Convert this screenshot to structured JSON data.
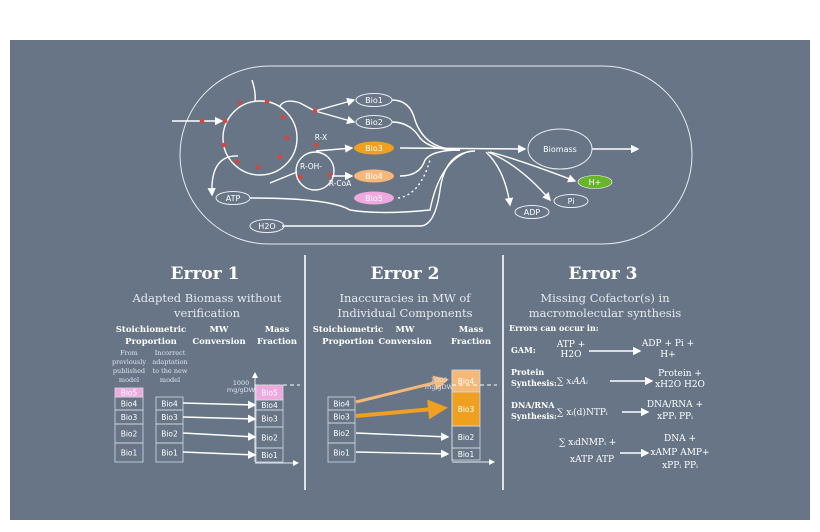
{
  "colors": {
    "panel": "#677587",
    "bio3": "#f0a020",
    "bio4": "#f5b878",
    "bio5": "#f0a8e0",
    "h_plus": "#66b52a",
    "reaction_dot": "#d8453a"
  },
  "network": {
    "nodes": {
      "bio1": "Bio1",
      "bio2": "Bio2",
      "bio3": "Bio3",
      "bio4": "Bio4",
      "bio5": "Bio5",
      "biomass": "Biomass",
      "h_plus": "H+",
      "pi": "Pi",
      "adp": "ADP",
      "atp": "ATP",
      "h2o": "H2O"
    },
    "labels": {
      "rx": "R-X",
      "roh": "R-OH-",
      "rcoa": "R-CoA"
    }
  },
  "error1": {
    "title": "Error 1",
    "subtitle_1": "Adapted Biomass without",
    "subtitle_2": "verification",
    "headers": {
      "stoich_1": "Stoichiometric",
      "stoich_2": "Proportion",
      "mw_1": "MW",
      "mw_2": "Conversion",
      "mass_1": "Mass",
      "mass_2": "Fraction"
    },
    "notes": {
      "left": [
        "From",
        "previously",
        "published",
        "model"
      ],
      "middle": [
        "Incorrect",
        "adaptation",
        "to the new",
        "model"
      ]
    },
    "limit_1": "1000",
    "limit_2": "mg/gDW",
    "left_boxes": [
      "Bio5",
      "Bio4",
      "Bio3",
      "Bio2",
      "Bio1"
    ],
    "middle_boxes": [
      "Bio4",
      "Bio3",
      "Bio2",
      "Bio1"
    ],
    "right_boxes": [
      "Bio5",
      "Bio4",
      "Bio3",
      "Bio2",
      "Bio1"
    ]
  },
  "error2": {
    "title": "Error 2",
    "subtitle_1": "Inaccuracies in MW of",
    "subtitle_2": "Individual Components",
    "headers": {
      "stoich_1": "Stoichiometric",
      "stoich_2": "Proportion",
      "mw_1": "MW",
      "mw_2": "Conversion",
      "mass_1": "Mass",
      "mass_2": "Fraction"
    },
    "limit_1": "1000",
    "limit_2": "mg/gDW",
    "left_boxes": [
      "Bio4",
      "Bio3",
      "Bio2",
      "Bio1"
    ],
    "right_boxes": [
      "Bio4",
      "Bio3",
      "Bio2",
      "Bio1"
    ]
  },
  "error3": {
    "title": "Error 3",
    "subtitle_1": "Missing Cofactor(s) in",
    "subtitle_2": "macromolecular synthesis",
    "intro": "Errors can occur in:",
    "gam": {
      "label": "GAM:",
      "lhs_1": "ATP +",
      "lhs_2": "H2O",
      "rhs_1": "ADP + Pi +",
      "rhs_2": "H+"
    },
    "protein": {
      "label_1": "Protein",
      "label_2": "Synthesis:",
      "lhs": "∑ xᵢAAᵢ",
      "rhs_1": "Protein +",
      "rhs_2": "xH2O H2O"
    },
    "dnarna": {
      "label_1": "DNA/RNA",
      "label_2": "Synthesis:",
      "lhs": "∑ xᵢ(d)NTPᵢ",
      "rhs_1": "DNA/RNA +",
      "rhs_2": "xPPᵢ PPᵢ"
    },
    "dna": {
      "lhs_1": "∑ xᵢdNMPᵢ +",
      "lhs_2": "xATP ATP",
      "rhs_1": "DNA +",
      "rhs_2": "xAMP AMP+",
      "rhs_3": "xPPᵢ PPᵢ"
    }
  }
}
